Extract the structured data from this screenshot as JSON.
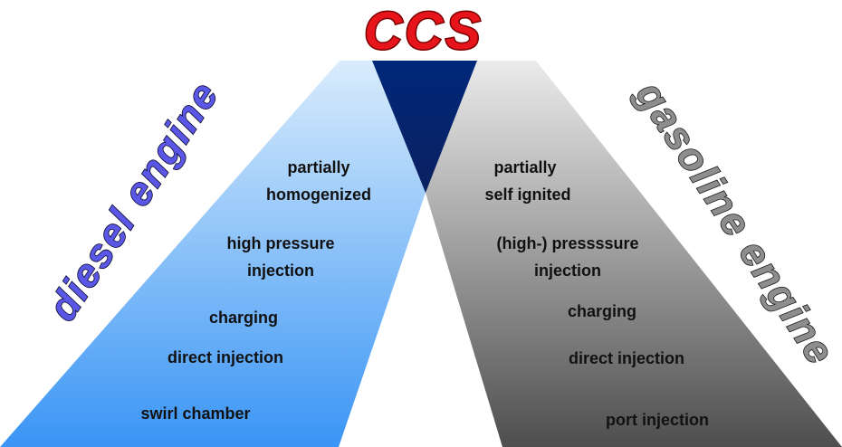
{
  "title": "CCS",
  "left_banner": "diesel engine",
  "right_banner": "gasoline engine",
  "diesel_items": {
    "partially_homogenized_1": "partially",
    "partially_homogenized_2": "homogenized",
    "high_pressure_1": "high pressure",
    "high_pressure_2": "injection",
    "charging": "charging",
    "direct_injection": "direct injection",
    "swirl_chamber": "swirl chamber"
  },
  "gasoline_items": {
    "partially_self_ignited_1": "partially",
    "partially_self_ignited_2": "self ignited",
    "high_pressure_1": "(high-) pressssure",
    "high_pressure_2": "injection",
    "charging": "charging",
    "direct_injection": "direct injection",
    "port_injection": "port injection"
  },
  "colors": {
    "diesel_light": "#d4e8fb",
    "diesel_dark": "#3d98f6",
    "gasoline_light": "#e6e6e6",
    "gasoline_dark": "#555555",
    "apex_light": "#00287a",
    "apex_dark": "#0b1f59",
    "title_fill": "#e8141b",
    "diesel_text": "#5a57e6",
    "gasoline_text": "#8d8d8d"
  }
}
